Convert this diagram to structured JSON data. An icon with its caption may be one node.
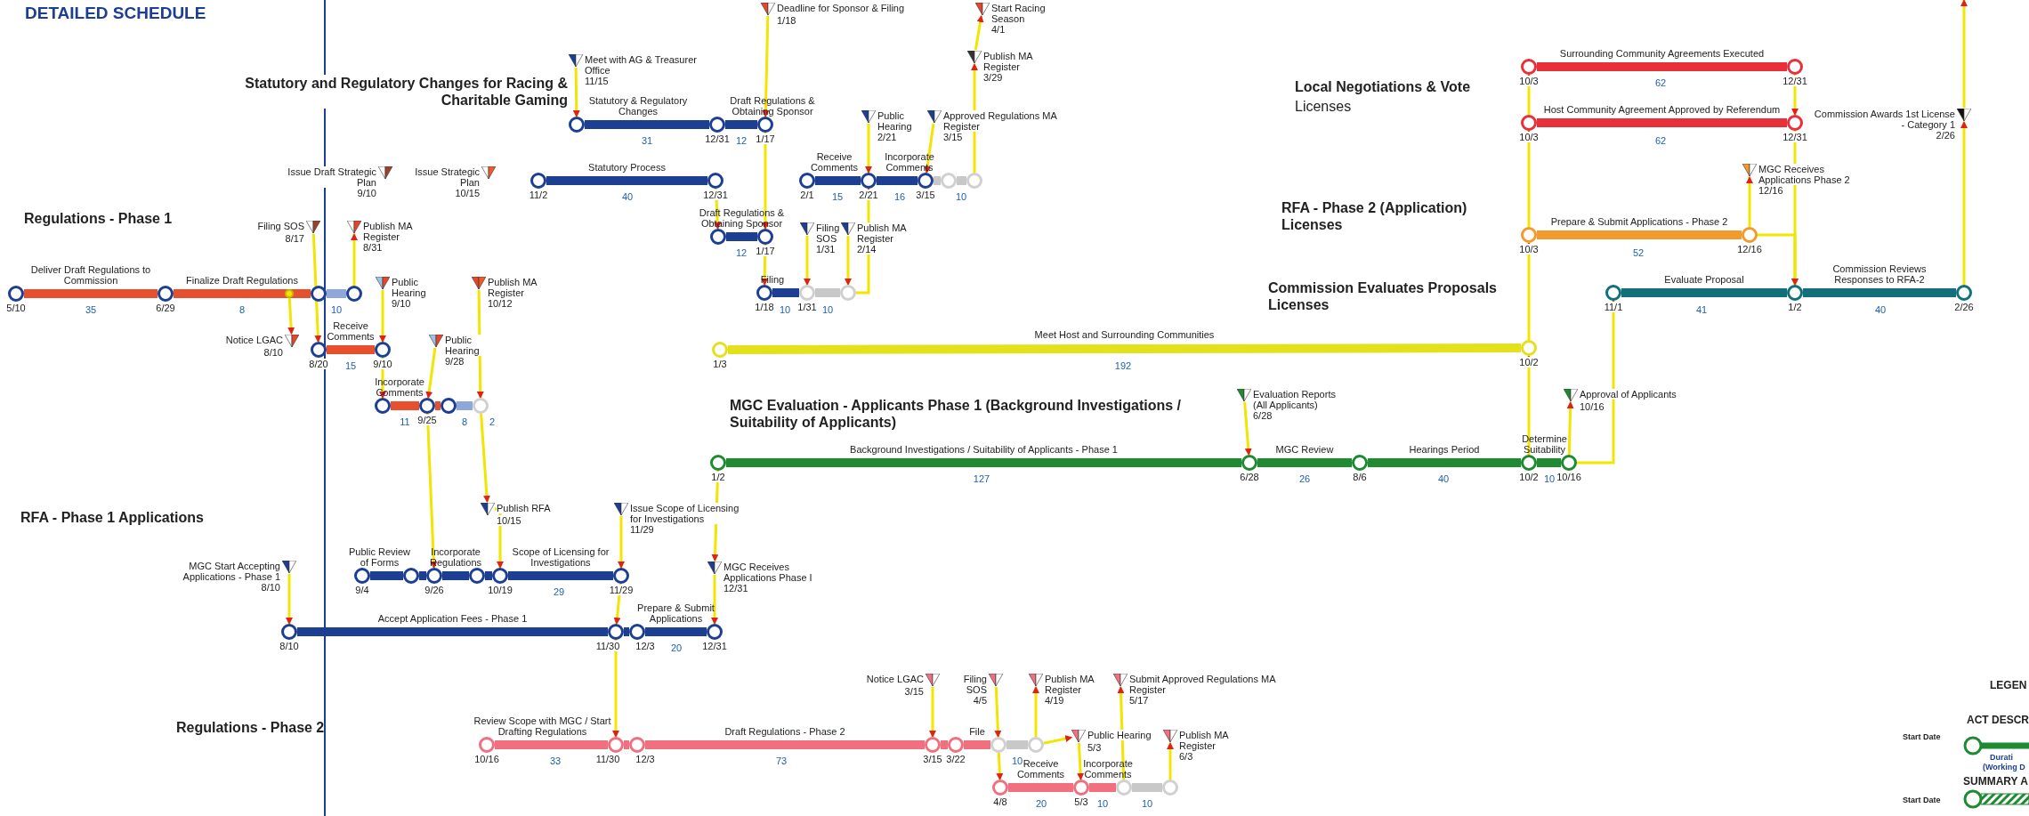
{
  "diagram": {
    "title": "DETAILED SCHEDULE",
    "nodes": [
      {
        "text": [],
        "shape": "circle",
        "beside": [
          "5/10"
        ]
      },
      {
        "text": [],
        "shape": "circle",
        "beside": [
          "6/29"
        ]
      },
      {
        "text": [],
        "shape": "circle"
      },
      {
        "text": [],
        "shape": "circle"
      },
      {
        "text": [],
        "shape": "circle"
      },
      {
        "text": [],
        "shape": "circle",
        "beside": [
          "8/20"
        ]
      },
      {
        "text": [],
        "shape": "circle",
        "beside": [
          "9/10"
        ]
      },
      {
        "text": [],
        "shape": "circle"
      },
      {
        "text": [],
        "shape": "circle",
        "beside": [
          "9/25"
        ]
      },
      {
        "text": [],
        "shape": "circle"
      },
      {
        "text": [],
        "shape": "circle"
      },
      {
        "text": [
          "Issue Draft Strategic Plan"
        ],
        "beside": [
          "9/10"
        ]
      },
      {
        "text": [
          "Issue Strategic Plan"
        ],
        "beside": [
          "10/15"
        ]
      },
      {
        "text": [
          "Filing SOS"
        ],
        "beside": [
          "8/17"
        ]
      },
      {
        "text": [
          "Publish MA Register"
        ],
        "beside": [
          "8/31"
        ]
      },
      {
        "text": [
          "Public Hearing"
        ],
        "beside": [
          "9/10"
        ]
      },
      {
        "text": [
          "Notice LGAC"
        ],
        "beside": [
          "8/10"
        ]
      },
      {
        "text": [
          "Public Hearing"
        ],
        "beside": [
          "9/28"
        ]
      },
      {
        "text": [
          "Publish MA Register"
        ],
        "beside": [
          "10/12"
        ]
      },
      {
        "text": [
          "Meet with AG & Treasurer Office"
        ],
        "beside": [
          "11/15"
        ]
      },
      {
        "text": [],
        "shape": "circle"
      },
      {
        "text": [],
        "shape": "circle",
        "beside": [
          "12/31"
        ]
      },
      {
        "text": [],
        "shape": "circle",
        "beside": [
          "1/17"
        ]
      },
      {
        "text": [],
        "shape": "circle",
        "beside": [
          "11/2"
        ]
      },
      {
        "text": [],
        "shape": "circle",
        "beside": [
          "12/31"
        ]
      },
      {
        "text": [],
        "shape": "circle"
      },
      {
        "text": [],
        "shape": "circle",
        "beside": [
          "1/17"
        ]
      },
      {
        "text": [],
        "shape": "circle",
        "beside": [
          "1/18"
        ]
      },
      {
        "text": [],
        "shape": "circle",
        "beside": [
          "1/31"
        ]
      },
      {
        "text": [],
        "shape": "circle"
      },
      {
        "text": [],
        "shape": "circle",
        "beside": [
          "2/1"
        ]
      },
      {
        "text": [],
        "shape": "circle",
        "beside": [
          "2/21"
        ]
      },
      {
        "text": [],
        "shape": "circle",
        "beside": [
          "3/15"
        ]
      },
      {
        "text": [],
        "shape": "circle"
      },
      {
        "text": [],
        "shape": "circle"
      },
      {
        "text": [
          "Deadline for Sponsor & Filing"
        ],
        "beside": [
          "1/18"
        ]
      },
      {
        "text": [
          "Start Racing Season"
        ],
        "beside": [
          "4/1"
        ]
      },
      {
        "text": [
          "Publish MA Register"
        ],
        "beside": [
          "3/29"
        ]
      },
      {
        "text": [
          "Public Hearing"
        ],
        "beside": [
          "2/21"
        ]
      },
      {
        "text": [
          "Approved Regulations MA Register"
        ],
        "beside": [
          "3/15"
        ]
      },
      {
        "text": [
          "Filing SOS"
        ],
        "beside": [
          "1/31"
        ]
      },
      {
        "text": [
          "Publish MA Register"
        ],
        "beside": [
          "2/14"
        ]
      },
      {
        "text": [],
        "shape": "circle",
        "beside": [
          "1/3"
        ]
      },
      {
        "text": [],
        "shape": "circle",
        "beside": [
          "10/2"
        ]
      },
      {
        "text": [],
        "shape": "circle",
        "beside": [
          "1/2"
        ]
      },
      {
        "text": [],
        "shape": "circle",
        "beside": [
          "6/28"
        ]
      },
      {
        "text": [],
        "shape": "circle",
        "beside": [
          "8/6"
        ]
      },
      {
        "text": [],
        "shape": "circle",
        "beside": [
          "10/2"
        ]
      },
      {
        "text": [],
        "shape": "circle",
        "beside": [
          "10/16"
        ]
      },
      {
        "text": [
          "Evaluation Reports (All Applicants)"
        ],
        "beside": [
          "6/28"
        ]
      },
      {
        "text": [
          "Approval of Applicants"
        ],
        "beside": [
          "10/16"
        ]
      },
      {
        "text": [],
        "shape": "circle",
        "beside": [
          "10/3"
        ]
      },
      {
        "text": [],
        "shape": "circle",
        "beside": [
          "12/31"
        ]
      },
      {
        "text": [],
        "shape": "circle",
        "beside": [
          "10/3"
        ]
      },
      {
        "text": [],
        "shape": "circle",
        "beside": [
          "12/31"
        ]
      },
      {
        "text": [],
        "shape": "circle",
        "beside": [
          "10/3"
        ]
      },
      {
        "text": [],
        "shape": "circle",
        "beside": [
          "12/16"
        ]
      },
      {
        "text": [
          "MGC Receives Applications Phase 2"
        ],
        "beside": [
          "12/16"
        ]
      },
      {
        "text": [],
        "shape": "circle",
        "beside": [
          "11/1"
        ]
      },
      {
        "text": [],
        "shape": "circle",
        "beside": [
          "1/2"
        ]
      },
      {
        "text": [],
        "shape": "circle",
        "beside": [
          "2/26"
        ]
      },
      {
        "text": [
          "Commission Awards 1st License - Category 1"
        ],
        "beside": [
          "2/26"
        ]
      },
      {
        "text": [],
        "shape": "circle",
        "beside": [
          "8/10"
        ]
      },
      {
        "text": [],
        "shape": "circle",
        "beside": [
          "11/30"
        ]
      },
      {
        "text": [],
        "shape": "circle",
        "beside": [
          "12/3"
        ]
      },
      {
        "text": [],
        "shape": "circle",
        "beside": [
          "12/31"
        ]
      },
      {
        "text": [],
        "shape": "circle",
        "beside": [
          "9/4"
        ]
      },
      {
        "text": [],
        "shape": "circle"
      },
      {
        "text": [],
        "shape": "circle",
        "beside": [
          "9/26"
        ]
      },
      {
        "text": [],
        "shape": "circle"
      },
      {
        "text": [],
        "shape": "circle",
        "beside": [
          "10/19"
        ]
      },
      {
        "text": [],
        "shape": "circle",
        "beside": [
          "11/29"
        ]
      },
      {
        "text": [
          "MGC Start Accepting Applications - Phase 1"
        ],
        "beside": [
          "8/10"
        ]
      },
      {
        "text": [
          "Publish RFA"
        ],
        "beside": [
          "10/15"
        ]
      },
      {
        "text": [
          "Issue Scope of Licensing for Investigations"
        ],
        "beside": [
          "11/29"
        ]
      },
      {
        "text": [
          "MGC Receives Applications Phase I"
        ],
        "beside": [
          "12/31"
        ]
      },
      {
        "text": [],
        "shape": "circle",
        "beside": [
          "10/16"
        ]
      },
      {
        "text": [],
        "shape": "circle",
        "beside": [
          "11/30"
        ]
      },
      {
        "text": [],
        "shape": "circle",
        "beside": [
          "12/3"
        ]
      },
      {
        "text": [],
        "shape": "circle",
        "beside": [
          "3/15"
        ]
      },
      {
        "text": [],
        "shape": "circle",
        "beside": [
          "3/22"
        ]
      },
      {
        "text": [],
        "shape": "circle"
      },
      {
        "text": [],
        "shape": "circle"
      },
      {
        "text": [],
        "shape": "circle",
        "beside": [
          "4/8"
        ]
      },
      {
        "text": [],
        "shape": "circle",
        "beside": [
          "5/3"
        ]
      },
      {
        "text": [],
        "shape": "circle"
      },
      {
        "text": [],
        "shape": "circle"
      },
      {
        "text": [
          "Notice LGAC"
        ],
        "beside": [
          "3/15"
        ]
      },
      {
        "text": [
          "Filing SOS"
        ],
        "beside": [
          "4/5"
        ]
      },
      {
        "text": [
          "Publish MA Register"
        ],
        "beside": [
          "4/19"
        ]
      },
      {
        "text": [
          "Submit Approved Regulations MA Register"
        ],
        "beside": [
          "5/17"
        ]
      },
      {
        "text": [
          "Public Hearing"
        ],
        "beside": [
          "5/3"
        ]
      },
      {
        "text": [
          "Publish MA Register"
        ],
        "beside": [
          "6/3"
        ]
      }
    ],
    "edges": [
      {
        "from": 0,
        "to": 1,
        "arrow": "none",
        "label": "Deliver Draft Regulations to Commission",
        "style": "thick",
        "color": "#e8502d"
      },
      {
        "from": 1,
        "to": 2,
        "arrow": "none",
        "label": "Finalize Draft Regulations",
        "style": "thick",
        "color": "#e8502d"
      },
      {
        "from": 2,
        "to": 3,
        "arrow": "none",
        "style": "thick",
        "color": "#8fa8dc"
      },
      {
        "from": 5,
        "to": 6,
        "arrow": "none",
        "label": "Receive Comments",
        "style": "thick",
        "color": "#e8502d"
      },
      {
        "from": 7,
        "to": 8,
        "arrow": "none",
        "label": "Incorporate Comments",
        "style": "thick",
        "color": "#e8502d"
      },
      {
        "from": 8,
        "to": 9,
        "arrow": "none",
        "style": "thick",
        "color": "#e8502d"
      },
      {
        "from": 9,
        "to": 10,
        "arrow": "none",
        "style": "thick",
        "color": "#8fa8dc"
      },
      {
        "from": 20,
        "to": 21,
        "arrow": "none",
        "label": "Statutory & Regulatory Changes",
        "style": "thick",
        "color": "#1c3f94"
      },
      {
        "from": 21,
        "to": 22,
        "arrow": "none",
        "label": "Draft Regulations & Obtaining Sponsor",
        "style": "thick",
        "color": "#1c3f94"
      },
      {
        "from": 23,
        "to": 24,
        "arrow": "none",
        "label": "Statutory Process",
        "style": "thick",
        "color": "#1c3f94"
      },
      {
        "from": 25,
        "to": 26,
        "arrow": "none",
        "label": "Draft Regulations & Obtaining Sponsor",
        "style": "thick",
        "color": "#1c3f94"
      },
      {
        "from": 27,
        "to": 28,
        "arrow": "none",
        "label": "Filing",
        "style": "thick",
        "color": "#1c3f94"
      },
      {
        "from": 28,
        "to": 29,
        "arrow": "none",
        "style": "thick",
        "color": "#c8c8c8"
      },
      {
        "from": 30,
        "to": 31,
        "arrow": "none",
        "label": "Receive Comments",
        "style": "thick",
        "color": "#1c3f94"
      },
      {
        "from": 31,
        "to": 32,
        "arrow": "none",
        "label": "Incorporate Comments",
        "style": "thick",
        "color": "#1c3f94"
      },
      {
        "from": 32,
        "to": 33,
        "arrow": "none",
        "style": "thick",
        "color": "#c8c8c8"
      },
      {
        "from": 33,
        "to": 34,
        "arrow": "none",
        "style": "thick",
        "color": "#c8c8c8"
      },
      {
        "from": 42,
        "to": 43,
        "arrow": "none",
        "label": "Meet Host and Surrounding Communities",
        "style": "thick",
        "color": "#e3e01c"
      },
      {
        "from": 44,
        "to": 45,
        "arrow": "none",
        "label": "Background Investigations / Suitability of Applicants - Phase 1",
        "style": "thick",
        "color": "#1e8a32"
      },
      {
        "from": 45,
        "to": 46,
        "arrow": "none",
        "label": "MGC Review",
        "style": "thick",
        "color": "#1e8a32"
      },
      {
        "from": 46,
        "to": 47,
        "arrow": "none",
        "label": "Hearings Period",
        "style": "thick",
        "color": "#1e8a32"
      },
      {
        "from": 47,
        "to": 48,
        "arrow": "none",
        "label": "Determine Suitability",
        "style": "thick",
        "color": "#1e8a32"
      },
      {
        "from": 51,
        "to": 52,
        "arrow": "none",
        "label": "Surrounding Community Agreements Executed",
        "style": "thick",
        "color": "#e8303a"
      },
      {
        "from": 53,
        "to": 54,
        "arrow": "none",
        "label": "Host Community Agreement Approved by Referendum",
        "style": "thick",
        "color": "#e8303a"
      },
      {
        "from": 55,
        "to": 56,
        "arrow": "none",
        "label": "Prepare & Submit Applications - Phase 2",
        "style": "thick",
        "color": "#f39a2c"
      },
      {
        "from": 58,
        "to": 59,
        "arrow": "none",
        "label": "Evaluate Proposal",
        "style": "thick",
        "color": "#12707a"
      },
      {
        "from": 59,
        "to": 60,
        "arrow": "none",
        "label": "Commission Reviews Responses to RFA-2",
        "style": "thick",
        "color": "#12707a"
      },
      {
        "from": 62,
        "to": 63,
        "arrow": "none",
        "label": "Accept Application Fees - Phase 1",
        "style": "thick",
        "color": "#1c3f94"
      },
      {
        "from": 63,
        "to": 64,
        "arrow": "none",
        "style": "thick",
        "color": "#1c3f94"
      },
      {
        "from": 64,
        "to": 65,
        "arrow": "none",
        "label": "Prepare & Submit Applications",
        "style": "thick",
        "color": "#1c3f94"
      },
      {
        "from": 66,
        "to": 67,
        "arrow": "none",
        "label": "Public Review of Forms",
        "style": "thick",
        "color": "#1c3f94"
      },
      {
        "from": 67,
        "to": 68,
        "arrow": "none",
        "style": "thick",
        "color": "#1c3f94"
      },
      {
        "from": 68,
        "to": 69,
        "arrow": "none",
        "label": "Incorporate Regulations",
        "style": "thick",
        "color": "#1c3f94"
      },
      {
        "from": 69,
        "to": 70,
        "arrow": "none",
        "style": "thick",
        "color": "#1c3f94"
      },
      {
        "from": 70,
        "to": 71,
        "arrow": "none",
        "label": "Scope of Licensing for Investigations",
        "style": "thick",
        "color": "#1c3f94"
      },
      {
        "from": 76,
        "to": 77,
        "arrow": "none",
        "label": "Review Scope with MGC / Start Drafting Regulations",
        "style": "thick",
        "color": "#f07080"
      },
      {
        "from": 77,
        "to": 78,
        "arrow": "none",
        "style": "thick",
        "color": "#f07080"
      },
      {
        "from": 78,
        "to": 79,
        "arrow": "none",
        "label": "Draft Regulations - Phase 2",
        "style": "thick",
        "color": "#f07080"
      },
      {
        "from": 79,
        "to": 80,
        "arrow": "none",
        "style": "thick",
        "color": "#f07080"
      },
      {
        "from": 80,
        "to": 81,
        "arrow": "none",
        "label": "File",
        "style": "thick",
        "color": "#f07080"
      },
      {
        "from": 81,
        "to": 82,
        "arrow": "none",
        "style": "thick",
        "color": "#c8c8c8"
      },
      {
        "from": 83,
        "to": 84,
        "arrow": "none",
        "label": "Receive Comments",
        "style": "thick",
        "color": "#f07080"
      },
      {
        "from": 84,
        "to": 85,
        "arrow": "none",
        "label": "Incorporate Comments",
        "style": "thick",
        "color": "#f07080"
      },
      {
        "from": 85,
        "to": 86,
        "arrow": "none",
        "style": "thick",
        "color": "#c8c8c8"
      },
      {
        "from": 13,
        "to": 5,
        "arrow": "to"
      },
      {
        "from": 3,
        "to": 14,
        "arrow": "to"
      },
      {
        "from": 15,
        "to": 6,
        "arrow": "to"
      },
      {
        "from": 4,
        "to": 16,
        "arrow": "to"
      },
      {
        "from": 6,
        "to": 7,
        "arrow": "to"
      },
      {
        "from": 17,
        "to": 8,
        "arrow": "to"
      },
      {
        "from": 8,
        "to": 68,
        "arrow": "to"
      },
      {
        "from": 18,
        "to": 10,
        "arrow": "to"
      },
      {
        "from": 10,
        "to": 73,
        "arrow": "to"
      },
      {
        "from": 73,
        "to": 70,
        "arrow": "to"
      },
      {
        "from": 19,
        "to": 20,
        "arrow": "to"
      },
      {
        "from": 24,
        "to": 25,
        "arrow": "to"
      },
      {
        "from": 35,
        "to": 22,
        "arrow": "to"
      },
      {
        "from": 22,
        "to": 26,
        "arrow": "to"
      },
      {
        "from": 26,
        "to": 27,
        "arrow": "to"
      },
      {
        "from": 40,
        "to": 28,
        "arrow": "to"
      },
      {
        "from": 41,
        "to": 29,
        "arrow": "to"
      },
      {
        "from": 29,
        "to": 31,
        "arrow": "to"
      },
      {
        "from": 38,
        "to": 31,
        "arrow": "to"
      },
      {
        "from": 39,
        "to": 32,
        "arrow": "to"
      },
      {
        "from": 34,
        "to": 37,
        "arrow": "to"
      },
      {
        "from": 37,
        "to": 36,
        "arrow": "to"
      },
      {
        "from": 72,
        "to": 62,
        "arrow": "to"
      },
      {
        "from": 74,
        "to": 71,
        "arrow": "to"
      },
      {
        "from": 71,
        "to": 63,
        "arrow": "to"
      },
      {
        "from": 63,
        "to": 77,
        "arrow": "to"
      },
      {
        "from": 44,
        "to": 75,
        "arrow": "to"
      },
      {
        "from": 75,
        "to": 65,
        "arrow": "to"
      },
      {
        "from": 49,
        "to": 45,
        "arrow": "to"
      },
      {
        "from": 48,
        "to": 50,
        "arrow": "to"
      },
      {
        "from": 48,
        "to": 58,
        "arrow": "to"
      },
      {
        "from": 47,
        "to": 43,
        "arrow": "to"
      },
      {
        "from": 43,
        "to": 55,
        "arrow": "to"
      },
      {
        "from": 55,
        "to": 53,
        "arrow": "to"
      },
      {
        "from": 53,
        "to": 51,
        "arrow": "to"
      },
      {
        "from": 52,
        "to": 54,
        "arrow": "to"
      },
      {
        "from": 54,
        "to": 59,
        "arrow": "to"
      },
      {
        "from": 56,
        "to": 57,
        "arrow": "to"
      },
      {
        "from": 56,
        "to": 59,
        "arrow": "to"
      },
      {
        "from": 60,
        "to": 61,
        "arrow": "to"
      },
      {
        "from": 61,
        "to": null,
        "arrow": "to"
      },
      {
        "from": 87,
        "to": 79,
        "arrow": "to"
      },
      {
        "from": 88,
        "to": 81,
        "arrow": "to"
      },
      {
        "from": 81,
        "to": 83,
        "arrow": "to"
      },
      {
        "from": 82,
        "to": 89,
        "arrow": "to"
      },
      {
        "from": 82,
        "to": 91,
        "arrow": "to"
      },
      {
        "from": 91,
        "to": 84,
        "arrow": "to"
      },
      {
        "from": 85,
        "to": 90,
        "arrow": "to"
      },
      {
        "from": 86,
        "to": 92,
        "arrow": "to"
      }
    ],
    "labels": [
      "Statutory and Regulatory Changes for Racing & Charitable Gaming",
      "Local Negotiations & Vote",
      "62",
      "Licenses",
      "31",
      "12",
      "62",
      "40",
      "15",
      "16",
      "10",
      "Regulations - Phase 1",
      "RFA - Phase 2 (Application) Licenses",
      "12",
      "52",
      "35",
      "8",
      "10",
      "10",
      "10",
      "Commission Evaluates Proposals Licenses",
      "41",
      "40",
      "15",
      "192",
      "11",
      "8",
      "2",
      "MGC Evaluation - Applicants Phase 1 (Background Investigations / Suitability of Applicants)",
      "127",
      "26",
      "40",
      "10",
      "RFA - Phase 1 Applications",
      "29",
      "20",
      "Regulations - Phase 2",
      "33",
      "73",
      "10",
      "20",
      "10",
      "10",
      "LEGEN",
      "ACT DESCR",
      "Start Date",
      "Durati",
      "(Working D",
      "SUMMARY A",
      "Start Date"
    ]
  }
}
